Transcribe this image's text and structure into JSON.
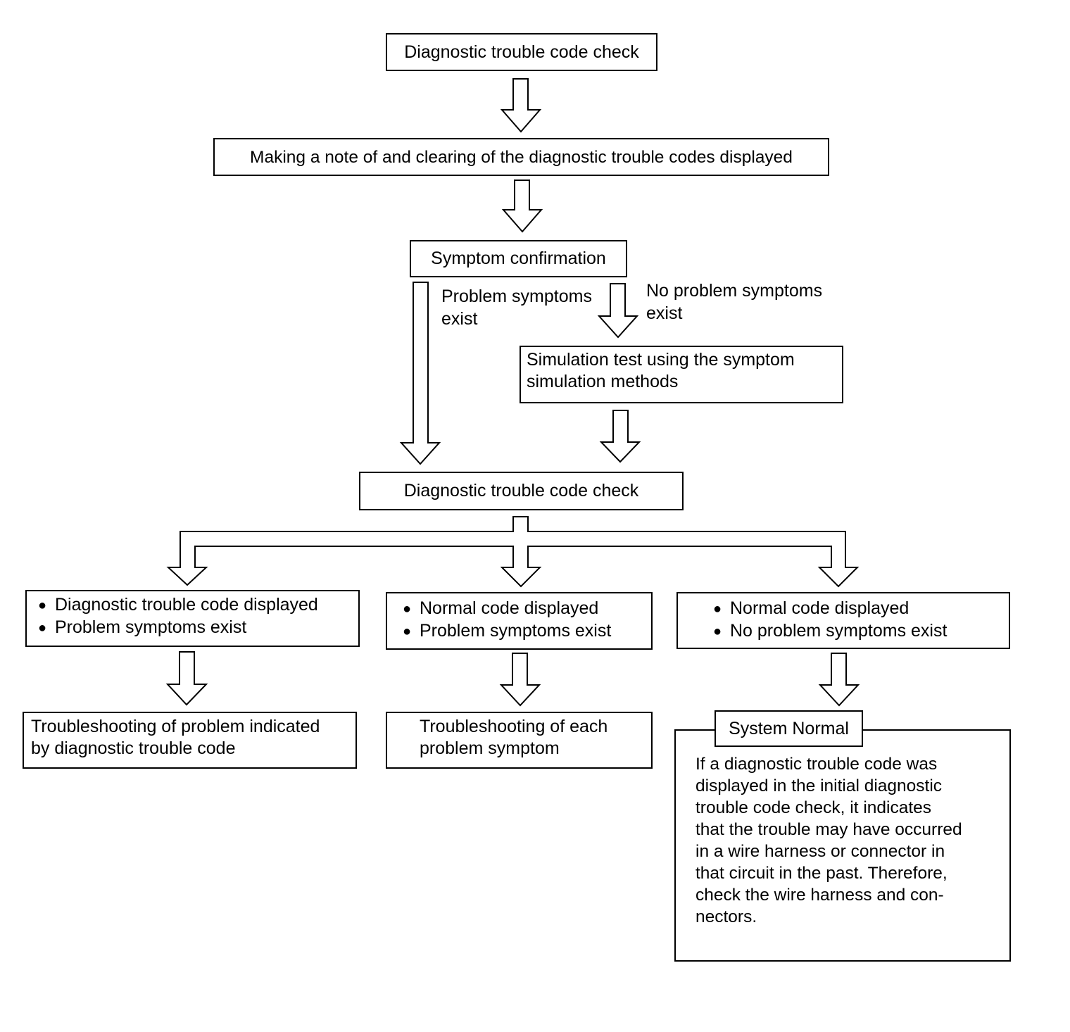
{
  "nodes": {
    "initial_check": "Diagnostic trouble code check",
    "note_and_clear": "Making a note of and clearing of the diagnostic trouble codes displayed",
    "symptom_confirmation": "Symptom confirmation",
    "simulation_test": [
      "Simulation test using the symptom",
      "simulation methods"
    ],
    "second_check": "Diagnostic trouble code check",
    "result_left": [
      "Diagnostic trouble code displayed",
      "Problem symptoms exist"
    ],
    "result_middle": [
      "Normal code displayed",
      "Problem symptoms exist"
    ],
    "result_right": [
      "Normal code displayed",
      "No problem symptoms exist"
    ],
    "action_left": [
      "Troubleshooting of problem indicated",
      "by diagnostic trouble code"
    ],
    "action_middle": [
      "Troubleshooting of each",
      "problem symptom"
    ],
    "system_normal": {
      "title": "System Normal",
      "note": [
        "If a diagnostic trouble code was",
        "displayed in the initial diagnostic",
        "trouble code check, it indicates",
        "that the trouble may have occurred",
        "in a wire harness or connector in",
        "that circuit in the past. Therefore,",
        "check the wire harness and con-",
        "nectors."
      ]
    }
  },
  "branch_labels": {
    "problem_exists": [
      "Problem symptoms",
      "exist"
    ],
    "no_problem": [
      "No problem symptoms",
      "exist"
    ]
  }
}
